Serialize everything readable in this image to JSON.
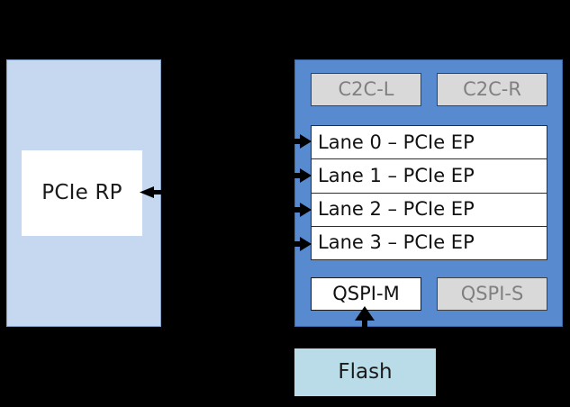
{
  "diagram": {
    "title": "PCIe RP to SoC lanes block diagram",
    "colors": {
      "background": "#000000",
      "host_panel": "#c5d8ef",
      "soc_panel": "#588ad0",
      "active_block": "#ffffff",
      "disabled_block": "#d9d9d9",
      "disabled_text": "#808080",
      "flash_block": "#b9dce8",
      "connector": "#000000"
    }
  },
  "host": {
    "panel_name": "host-panel",
    "root_port": {
      "label": "PCIe RP"
    }
  },
  "soc": {
    "panel_name": "soc-panel",
    "c2c": [
      {
        "label": "C2C-L",
        "state": "disabled"
      },
      {
        "label": "C2C-R",
        "state": "disabled"
      }
    ],
    "lanes": [
      {
        "label": "Lane 0 – PCIe EP"
      },
      {
        "label": "Lane 1 – PCIe EP"
      },
      {
        "label": "Lane 2 – PCIe EP"
      },
      {
        "label": "Lane 3 – PCIe EP"
      }
    ],
    "qspi": [
      {
        "label": "QSPI-M",
        "state": "active"
      },
      {
        "label": "QSPI-S",
        "state": "disabled"
      }
    ]
  },
  "flash": {
    "label": "Flash"
  },
  "connectors": [
    {
      "name": "rp-to-lanes-arrow",
      "direction": "left",
      "from": "soc-lanes",
      "to": "pcie-rp"
    },
    {
      "name": "lane-0-inbound-arrow",
      "direction": "right",
      "to": "lane-0"
    },
    {
      "name": "lane-1-inbound-arrow",
      "direction": "right",
      "to": "lane-1"
    },
    {
      "name": "lane-2-inbound-arrow",
      "direction": "right",
      "to": "lane-2"
    },
    {
      "name": "lane-3-inbound-arrow",
      "direction": "right",
      "to": "lane-3"
    },
    {
      "name": "flash-to-qspi-arrow",
      "direction": "up",
      "from": "flash",
      "to": "qspi-m"
    }
  ]
}
